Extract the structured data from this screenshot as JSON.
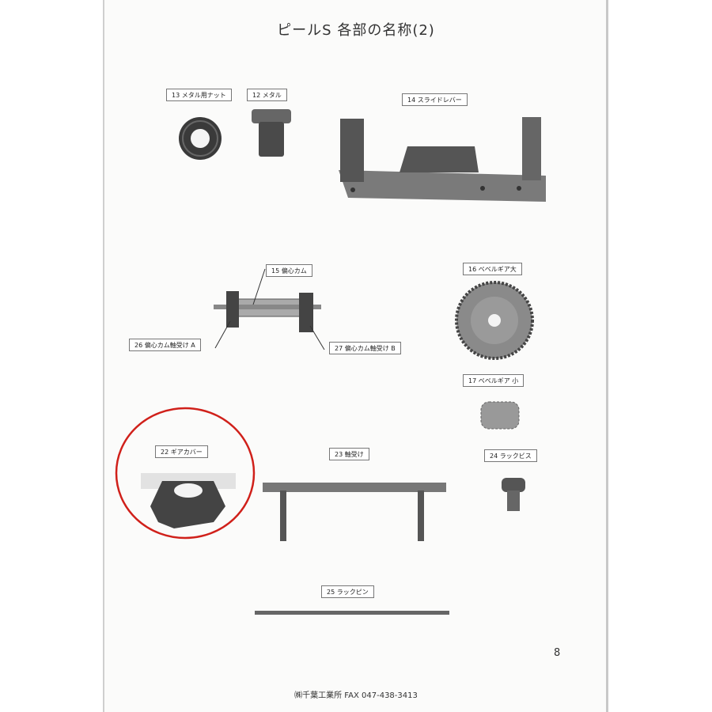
{
  "title": "ピールS 各部の名称(2)",
  "parts": {
    "p13": "13 メタル用ナット",
    "p12": "12 メタル",
    "p14": "14 スライドレバー",
    "p15": "15 偏心カム",
    "p16": "16 ベベルギア大",
    "p26": "26 偏心カム軸受け A",
    "p27": "27 偏心カム軸受け B",
    "p17": "17 ベベルギア 小",
    "p22": "22 ギアカバー",
    "p23": "23 軸受け",
    "p24": "24 ラックビス",
    "p25": "25 ラックピン"
  },
  "page_number": "8",
  "footer": "㈱千葉工業所 FAX 047-438-3413",
  "colors": {
    "highlight_circle": "#d0201a"
  }
}
